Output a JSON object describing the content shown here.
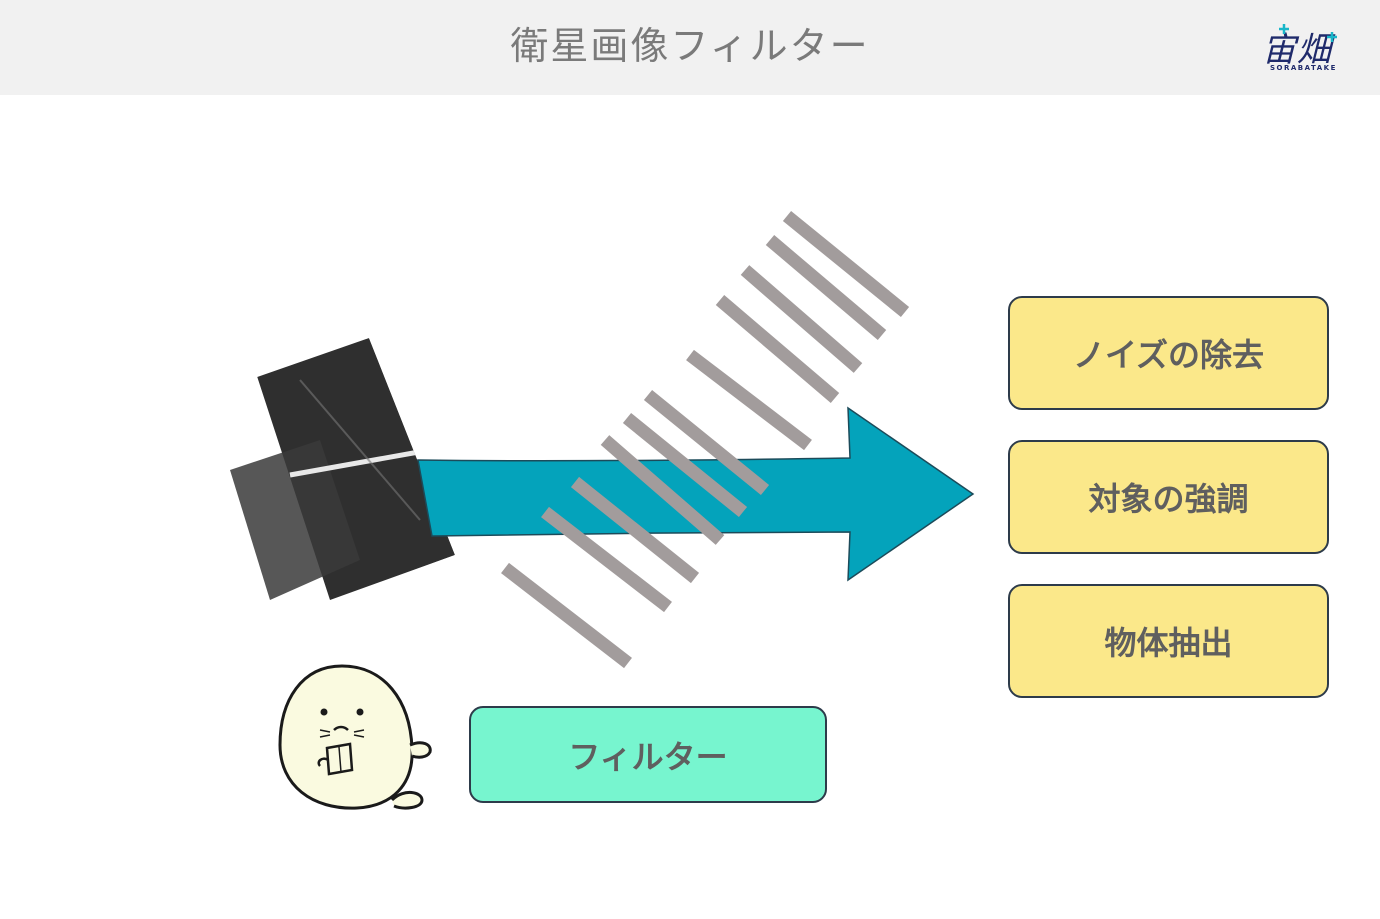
{
  "header": {
    "title": "衛星画像フィルター",
    "logo_text": "宙畑",
    "logo_subtext": "SORABATAKE"
  },
  "diagram": {
    "filter_label": "フィルター",
    "outputs": [
      {
        "label": "ノイズの除去"
      },
      {
        "label": "対象の強調"
      },
      {
        "label": "物体抽出"
      }
    ]
  },
  "colors": {
    "header_bg": "#f1f1f1",
    "arrow": "#04a3bb",
    "stripes": "#a29c9c",
    "output_box": "#fbe88a",
    "filter_box": "#77f5cf"
  }
}
